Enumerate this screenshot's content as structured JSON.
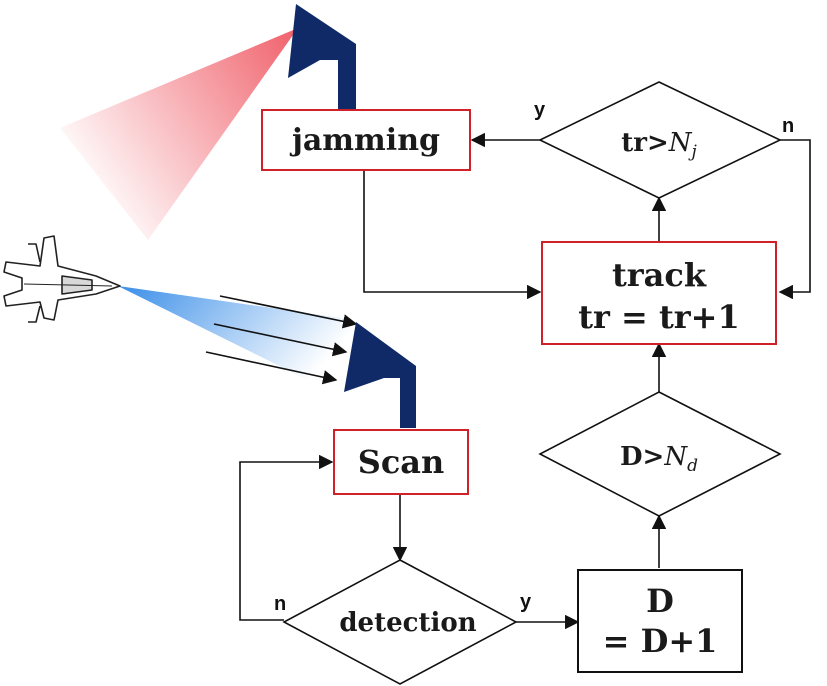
{
  "nodes": {
    "jamming": {
      "label": "jamming"
    },
    "track": {
      "line1": "track",
      "line2": "tr = tr+1"
    },
    "tr_gt_nj": {
      "lhs": "tr",
      "op": ">",
      "sym": "N",
      "sub": "j"
    },
    "d_gt_nd": {
      "lhs": "D",
      "op": ">",
      "sym": "N",
      "sub": "d"
    },
    "scan": {
      "label": "Scan"
    },
    "detection": {
      "label": "detection"
    },
    "d_inc": {
      "line1": "D",
      "line2": "= D+1"
    }
  },
  "edge_labels": {
    "trnj_yes": "y",
    "trnj_no": "n",
    "detection_yes": "y",
    "detection_no": "n"
  },
  "colors": {
    "box_border_red": "#d0202a",
    "box_border_black": "#111111",
    "radar_blue": "#0f2a66",
    "jam_beam": "#f0606a",
    "radar_beam": "#3a8ee8"
  },
  "icons": [
    "radar-antenna-icon",
    "fighter-jet-icon"
  ]
}
